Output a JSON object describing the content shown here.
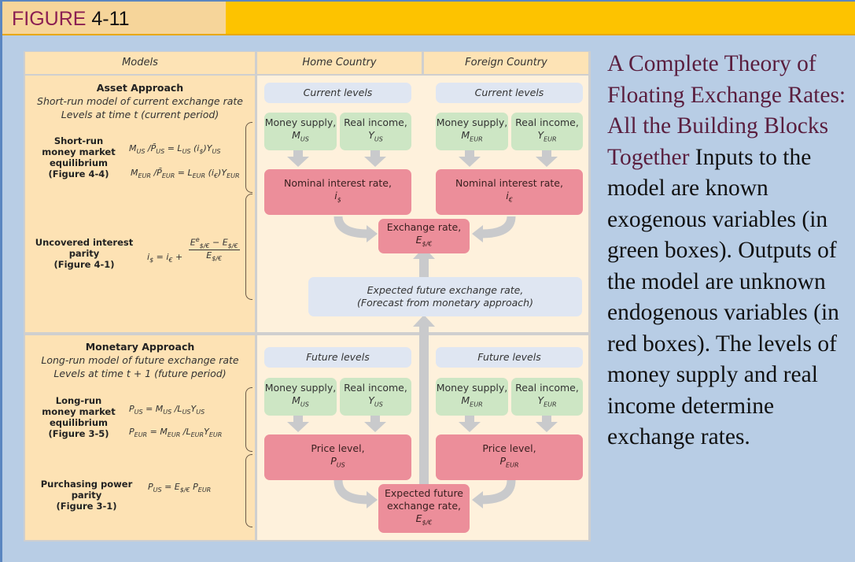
{
  "figure": {
    "word": "FIGURE",
    "number": "4-11"
  },
  "colors": {
    "accent_bar": "#fdc300",
    "tab_bg": "#f6d59a",
    "exogenous_green": "#cde6c4",
    "endogenous_red": "#ec8e9a",
    "level_blue": "#dfe6f2",
    "title_color": "#5a1e3e"
  },
  "headers": {
    "models": "Models",
    "home": "Home Country",
    "foreign": "Foreign Country"
  },
  "asset": {
    "title": "Asset Approach",
    "subtitle1": "Short-run model of current exchange rate",
    "subtitle2": "Levels at time t (current period)",
    "label1": [
      "Short-run",
      "money market",
      "equilibrium",
      "(Figure 4-4)"
    ],
    "eq1": "M_US / P̄_US = L_US (i_$) Y_US",
    "eq2": "M_EUR / P̄_EUR = L_EUR (i_€) Y_EUR",
    "label2": [
      "Uncovered interest",
      "parity",
      "(Figure 4-1)"
    ],
    "eq3": "i_$ = i_€ + (Eᵉ_$/€ − E_$/€) / E_$/€"
  },
  "monetary": {
    "title": "Monetary Approach",
    "subtitle1": "Long-run model of future exchange rate",
    "subtitle2": "Levels at time t + 1 (future period)",
    "label1": [
      "Long-run",
      "money market",
      "equilibrium",
      "(Figure 3-5)"
    ],
    "eq1": "P_US = M_US / L_US Y_US",
    "eq2": "P_EUR = M_EUR / L_EUR Y_EUR",
    "label2": [
      "Purchasing power parity",
      "(Figure 3-1)"
    ],
    "eq3": "P_US = E_$/€ P_EUR"
  },
  "flow": {
    "current_levels": "Current levels",
    "future_levels": "Future levels",
    "money_supply": "Money supply,",
    "real_income": "Real income,",
    "M_US": "M",
    "US": "US",
    "EUR": "EUR",
    "Y": "Y",
    "nominal_rate": "Nominal interest rate,",
    "exchange_rate": "Exchange rate,",
    "expected_rate": "Expected future exchange rate,",
    "forecast": "(Forecast from monetary approach)",
    "price_level": "Price level,",
    "expected_future_1": "Expected future",
    "expected_future_2": "exchange rate,"
  },
  "side": {
    "title": "A Complete Theory of Floating Exchange Rates: All the Building Blocks Together",
    "body": "Inputs to the model are known exogenous variables (in green boxes). Outputs of the model are unknown endogenous variables (in red boxes). The levels of money supply and real income determine exchange rates."
  }
}
